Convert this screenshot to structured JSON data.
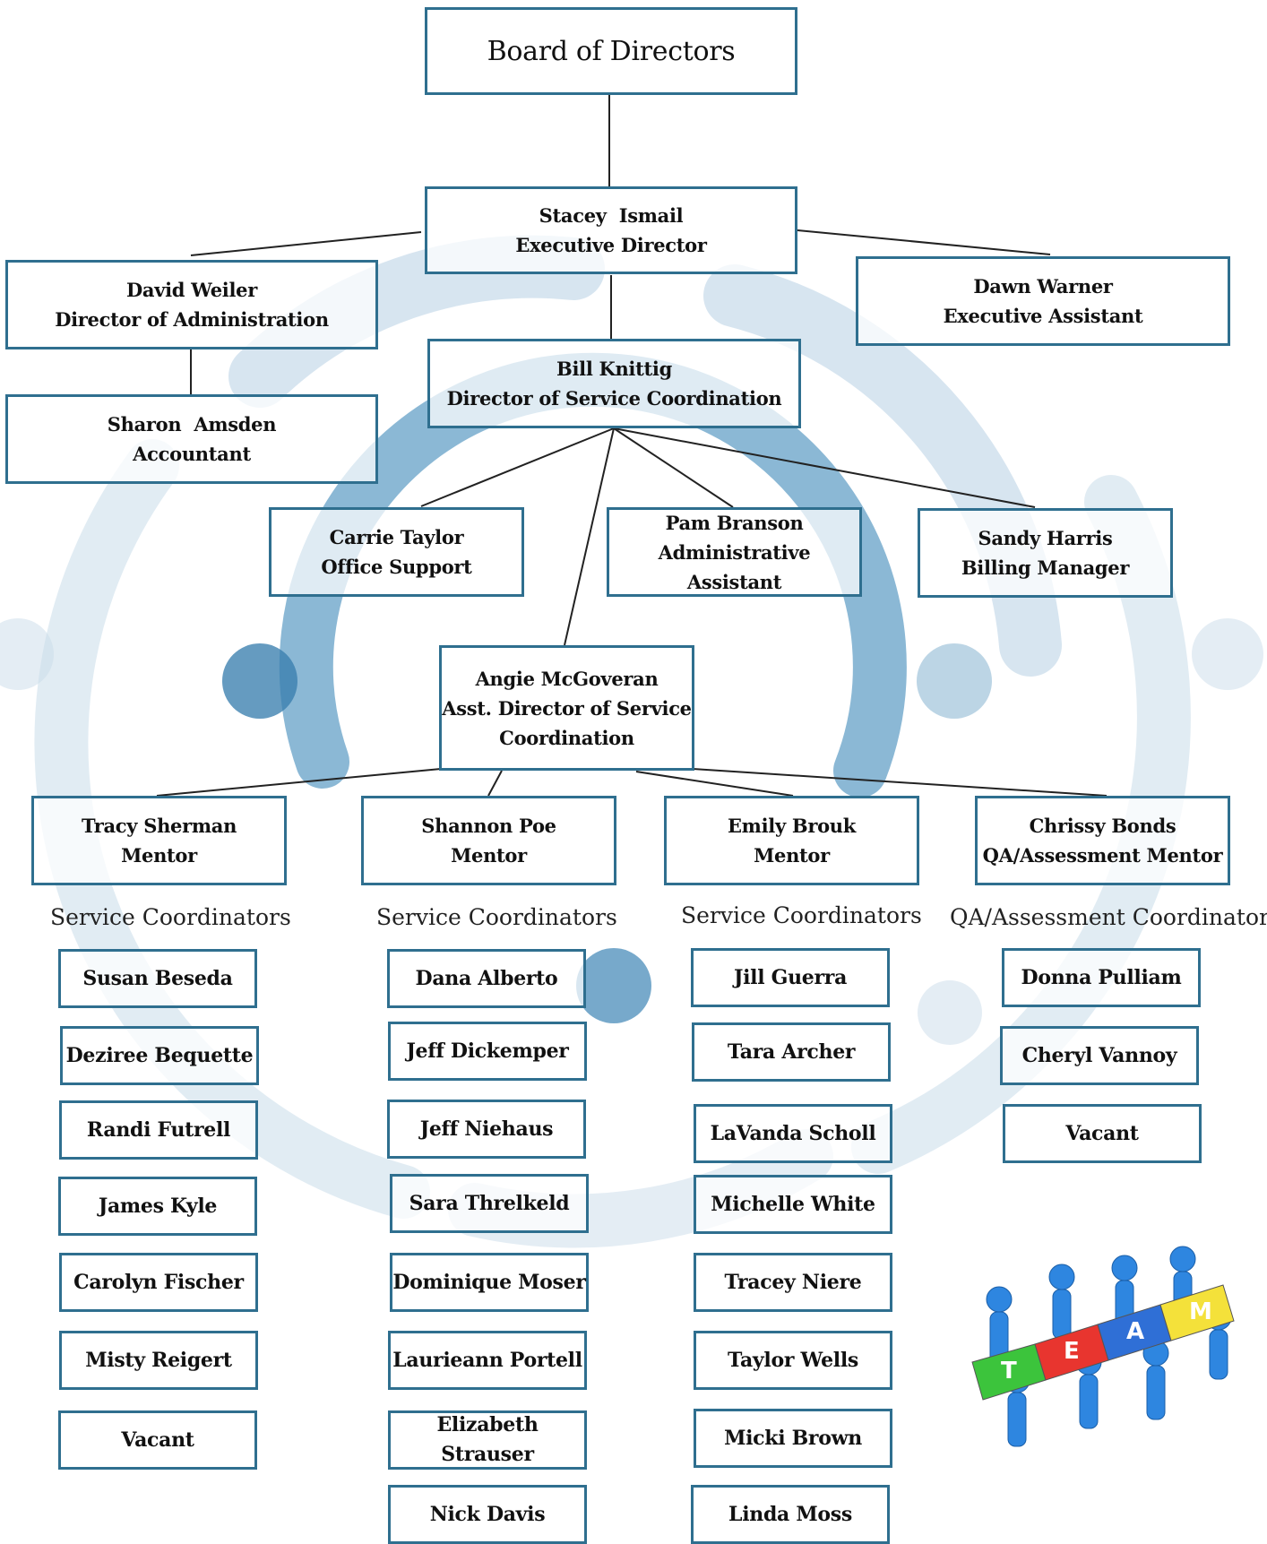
{
  "board": {
    "line1": "Board of Directors"
  },
  "executive": {
    "name": "Stacey  Ismail",
    "title": "Executive Director"
  },
  "admin_director": {
    "name": "David Weiler",
    "title": "Director of Administration"
  },
  "exec_assistant": {
    "name": "Dawn Warner",
    "title": "Executive Assistant"
  },
  "accountant": {
    "name": "Sharon  Amsden",
    "title": "Accountant"
  },
  "service_director": {
    "name": "Bill Knittig",
    "title": "Director of Service Coordination"
  },
  "office_support": {
    "name": "Carrie Taylor",
    "title": "Office Support"
  },
  "admin_assistant": {
    "name": "Pam Branson",
    "title": "Administrative Assistant"
  },
  "billing": {
    "name": "Sandy Harris",
    "title": "Billing Manager"
  },
  "asst_director": {
    "name": "Angie McGoveran",
    "title1": "Asst. Director of Service",
    "title2": "Coordination"
  },
  "mentors": [
    {
      "name": "Tracy Sherman",
      "title": "Mentor"
    },
    {
      "name": "Shannon Poe",
      "title": "Mentor"
    },
    {
      "name": "Emily Brouk",
      "title": "Mentor"
    },
    {
      "name": "Chrissy Bonds",
      "title": "QA/Assessment Mentor"
    }
  ],
  "column_headings": [
    "Service Coordinators",
    "Service Coordinators",
    "Service Coordinators",
    "QA/Assessment Coordinators"
  ],
  "columns": [
    [
      "Susan Beseda",
      "Deziree Bequette",
      "Randi Futrell",
      "James Kyle",
      "Carolyn Fischer",
      "Misty Reigert",
      "Vacant"
    ],
    [
      "Dana Alberto",
      "Jeff Dickemper",
      "Jeff Niehaus",
      "Sara Threlkeld",
      "Dominique Moser",
      "Laurieann Portell",
      "Elizabeth Strauser",
      "Nick Davis"
    ],
    [
      "Jill Guerra",
      "Tara Archer",
      "LaVanda Scholl",
      "Michelle White",
      "Tracey Niere",
      "Taylor Wells",
      "Micki Brown",
      "Linda Moss"
    ],
    [
      "Donna Pulliam",
      "Cheryl Vannoy",
      "Vacant"
    ]
  ],
  "team_logo": {
    "letters": [
      "T",
      "E",
      "A",
      "M"
    ],
    "icon": "team-puzzle-icon"
  },
  "colors": {
    "border": "#2f6f8f",
    "watermark": "#8fb9d3",
    "watermark_dark": "#2f7fb0",
    "line": "#222222"
  }
}
